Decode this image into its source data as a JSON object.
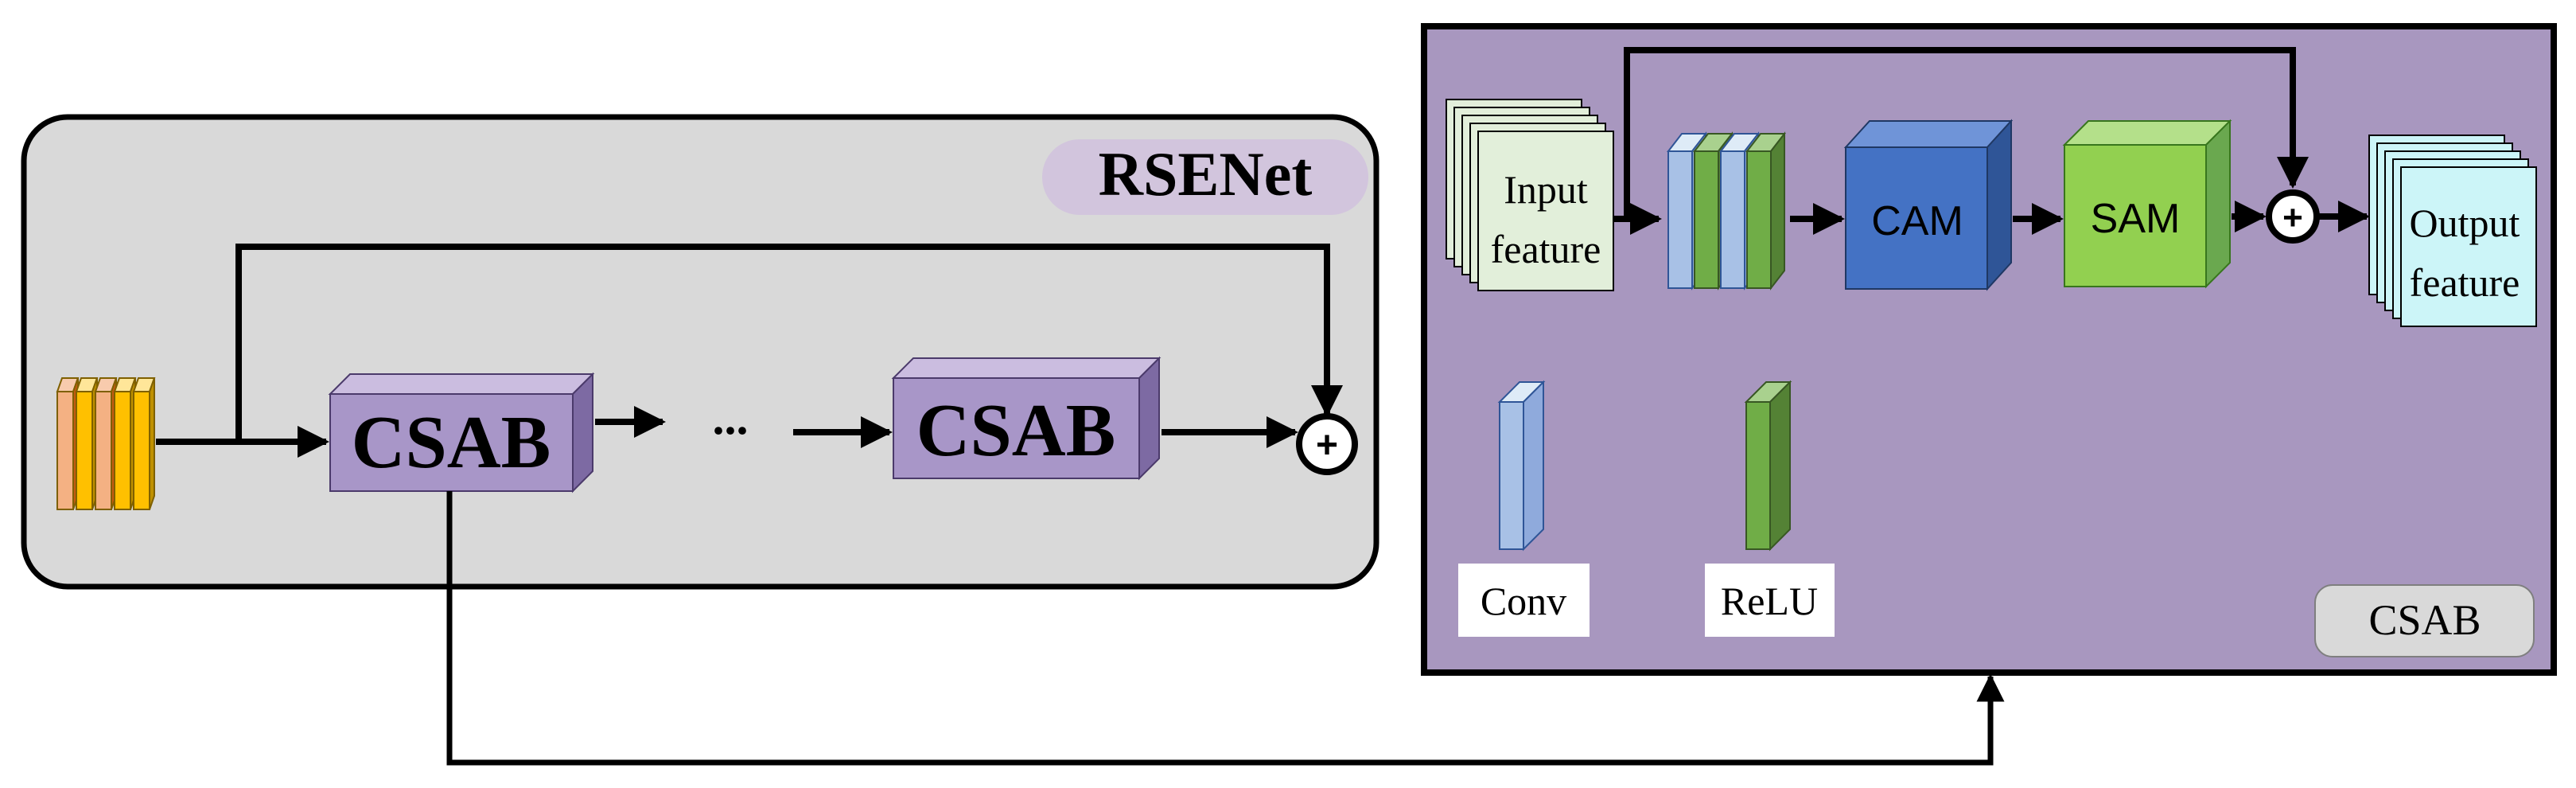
{
  "rsenet": {
    "title": "RSENet",
    "block_label_1": "CSAB",
    "block_label_2": "CSAB",
    "ellipsis": "...",
    "add_symbol": "+"
  },
  "csab_detail": {
    "input_line_1": "Input",
    "input_line_2": "feature",
    "cam_label": "CAM",
    "sam_label": "SAM",
    "add_symbol": "+",
    "output_line_1": "Output",
    "output_line_2": "feature",
    "legend_conv": "Conv",
    "legend_relu": "ReLU",
    "panel_tag": "CSAB"
  },
  "colors": {
    "rsenet_panel": "#d9d9d9",
    "csab_panel": "#a897bf",
    "csab_block": "#a896c8",
    "title_pill": "#d2c5dd",
    "cam_block": "#4472c4",
    "sam_block": "#92d050",
    "conv_layer": "#a8c1e6",
    "relu_layer": "#70ad47",
    "input_feature": "#e2efda",
    "output_feature": "#ccf5f8",
    "feature_stack": [
      "#f4b183",
      "#ffc000"
    ]
  }
}
